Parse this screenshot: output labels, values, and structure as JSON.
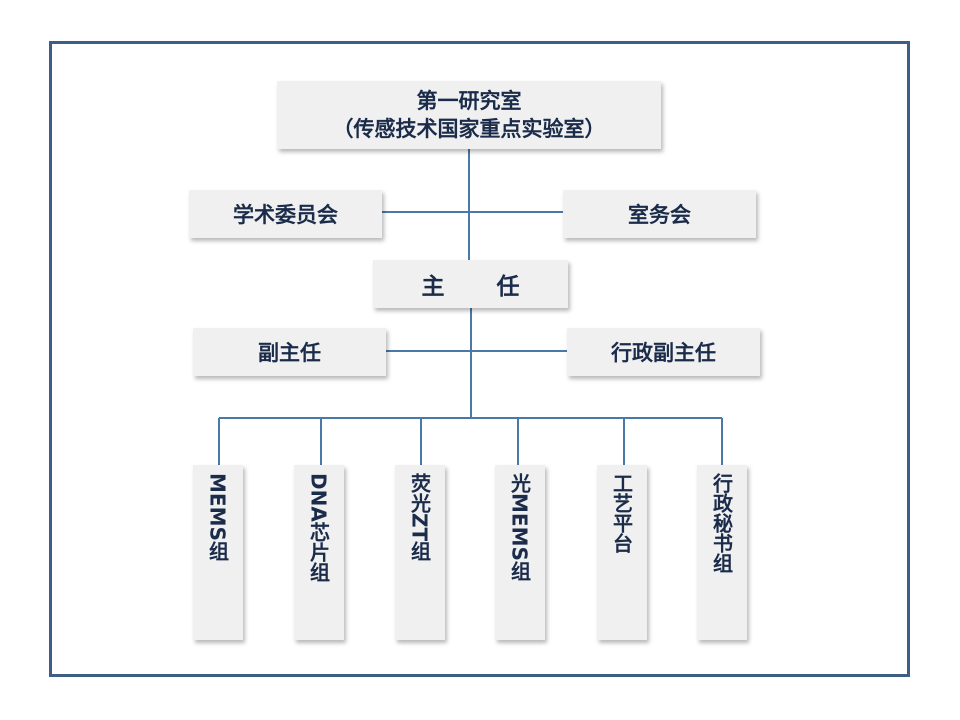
{
  "title": {
    "line1": "第一研究室",
    "line2": "（传感技术国家重点实验室）"
  },
  "academic_committee": "学术委员会",
  "affairs_committee": "室务会",
  "director": "主 任",
  "deputy_director": "副主任",
  "admin_deputy_director": "行政副主任",
  "groups": [
    "MEMS组",
    "DNA芯片组",
    "荧光ZT组",
    "光MEMS组",
    "工艺平台",
    "行政秘书组"
  ],
  "colors": {
    "frame": "#3e5f85",
    "connector": "#4a78a8",
    "box_fill": "#f0f0f0",
    "text": "#1b2b4a"
  }
}
